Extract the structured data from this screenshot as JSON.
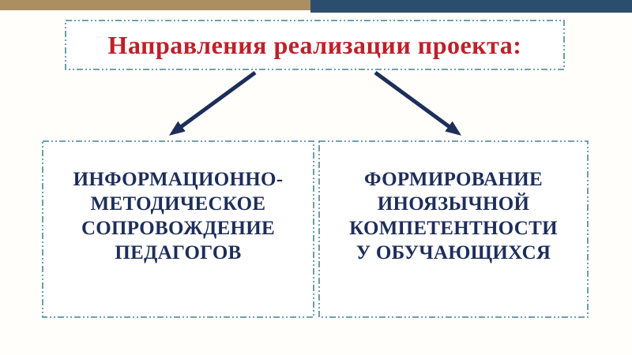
{
  "slide": {
    "title": "Направления реализации проекта:",
    "direction_boxes": [
      {
        "text": "ИНФОРМАЦИОННО-\nМЕТОДИЧЕСКОЕ\nСОПРОВОЖДЕНИЕ\nПЕДАГОГОВ"
      },
      {
        "text": "ФОРМИРОВАНИЕ\nИНОЯЗЫЧНОЙ\nКОМПЕТЕНТНОСТИ\nУ ОБУЧАЮЩИХСЯ"
      }
    ],
    "icons": {
      "left_arrow": "arrow-down-left",
      "right_arrow": "arrow-down-right"
    },
    "colors": {
      "slide_bg": "#fffefb",
      "box_bg": "#ffffff",
      "bar_tan": "#ab8e62",
      "bar_blue": "#2b4e6e",
      "title_red": "#c01f2a",
      "navy": "#1d2e5a",
      "border_teal": "#5e93a2"
    }
  }
}
